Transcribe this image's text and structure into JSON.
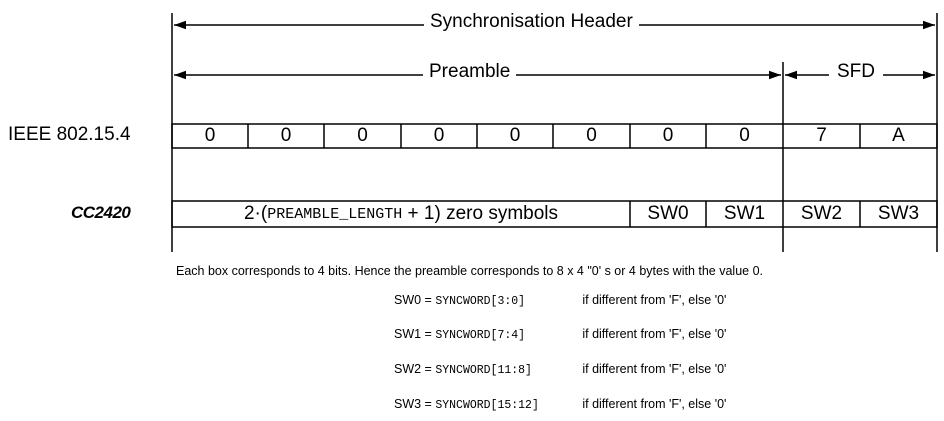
{
  "header": {
    "sync_header_label": "Synchronisation Header",
    "preamble_label": "Preamble",
    "sfd_label": "SFD"
  },
  "rows": {
    "ieee_label": "IEEE 802.15.4",
    "ieee_cells": [
      "0",
      "0",
      "0",
      "0",
      "0",
      "0",
      "0",
      "0",
      "7",
      "A"
    ],
    "cc2420_label": "CC2420",
    "cc2420_cells": {
      "zero_symbols_prefix": "2·(",
      "zero_symbols_param": "PREAMBLE_LENGTH",
      "zero_symbols_suffix": " + 1) zero symbols",
      "sw0": "SW0",
      "sw1": "SW1",
      "sw2": "SW2",
      "sw3": "SW3"
    }
  },
  "note": "Each box corresponds to 4 bits. Hence the preamble corresponds to 8 x 4 \"0' s or 4 bytes with the value 0.",
  "definitions": [
    {
      "name": "SW0 = ",
      "reg": "SYNCWORD[3:0]",
      "desc": "if different from 'F', else '0'"
    },
    {
      "name": "SW1 = ",
      "reg": "SYNCWORD[7:4]",
      "desc": "if different from 'F', else '0'"
    },
    {
      "name": "SW2 = ",
      "reg": "SYNCWORD[11:8]",
      "desc": "if different from 'F', else '0'"
    },
    {
      "name": "SW3 = ",
      "reg": "SYNCWORD[15:12]",
      "desc": "if different from 'F', else '0'"
    }
  ]
}
